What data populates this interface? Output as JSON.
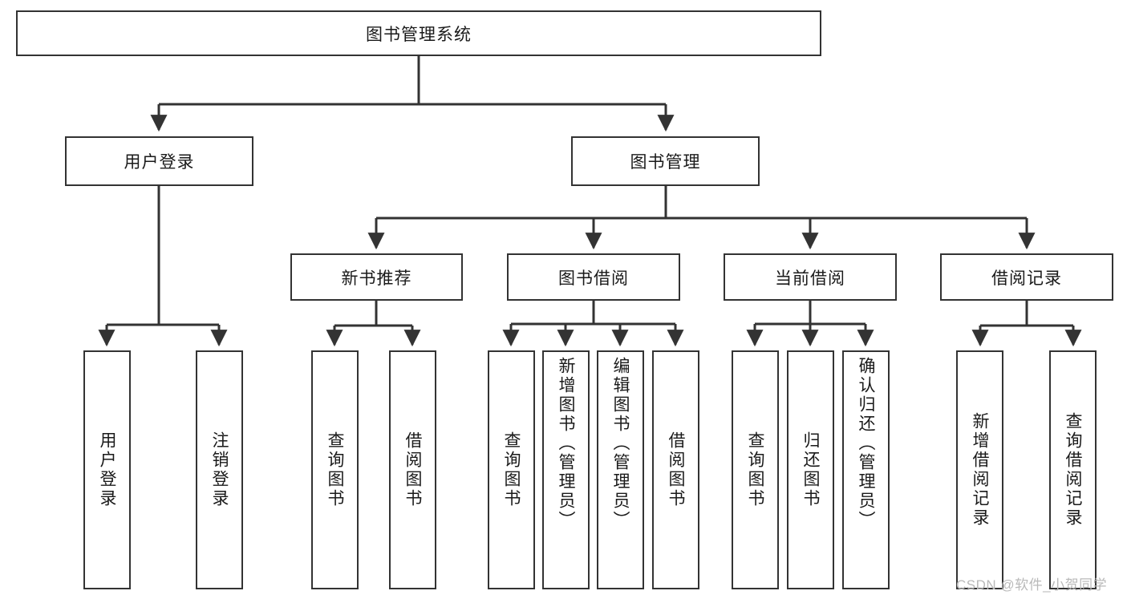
{
  "diagram": {
    "title": "图书管理系统",
    "type": "hierarchy-tree",
    "watermark": "CSDN @软件_小贺同学",
    "colors": {
      "box_border": "#333333",
      "box_fill": "#ffffff",
      "connector": "#333333",
      "text": "#1a1a1a",
      "watermark": "#b9b9b9"
    },
    "levels": [
      {
        "level": 1,
        "nodes": [
          {
            "id": "root",
            "label": "图书管理系统"
          }
        ]
      },
      {
        "level": 2,
        "nodes": [
          {
            "id": "user-login",
            "label": "用户登录",
            "parent": "root"
          },
          {
            "id": "book-management",
            "label": "图书管理",
            "parent": "root"
          }
        ]
      },
      {
        "level": 3,
        "nodes": [
          {
            "id": "new-book-recommend",
            "label": "新书推荐",
            "parent": "book-management"
          },
          {
            "id": "book-borrow",
            "label": "图书借阅",
            "parent": "book-management"
          },
          {
            "id": "current-borrow",
            "label": "当前借阅",
            "parent": "book-management"
          },
          {
            "id": "borrow-record",
            "label": "借阅记录",
            "parent": "book-management"
          }
        ]
      },
      {
        "level": 4,
        "nodes": [
          {
            "id": "leaf-user-login",
            "label": "用户登录",
            "parent": "user-login"
          },
          {
            "id": "leaf-logout",
            "label": "注销登录",
            "parent": "user-login"
          },
          {
            "id": "leaf-query-book-1",
            "label": "查询图书",
            "parent": "new-book-recommend"
          },
          {
            "id": "leaf-borrow-book-1",
            "label": "借阅图书",
            "parent": "new-book-recommend"
          },
          {
            "id": "leaf-query-book-2",
            "label": "查询图书",
            "parent": "book-borrow"
          },
          {
            "id": "leaf-add-book",
            "label": "新增图书（管理员）",
            "parent": "book-borrow"
          },
          {
            "id": "leaf-edit-book",
            "label": "编辑图书（管理员）",
            "parent": "book-borrow"
          },
          {
            "id": "leaf-borrow-book-2",
            "label": "借阅图书",
            "parent": "book-borrow"
          },
          {
            "id": "leaf-query-book-3",
            "label": "查询图书",
            "parent": "current-borrow"
          },
          {
            "id": "leaf-return-book",
            "label": "归还图书",
            "parent": "current-borrow"
          },
          {
            "id": "leaf-confirm-return",
            "label": "确认归还（管理员）",
            "parent": "current-borrow"
          },
          {
            "id": "leaf-add-record",
            "label": "新增借阅记录",
            "parent": "borrow-record"
          },
          {
            "id": "leaf-query-record",
            "label": "查询借阅记录",
            "parent": "borrow-record"
          }
        ]
      }
    ]
  }
}
